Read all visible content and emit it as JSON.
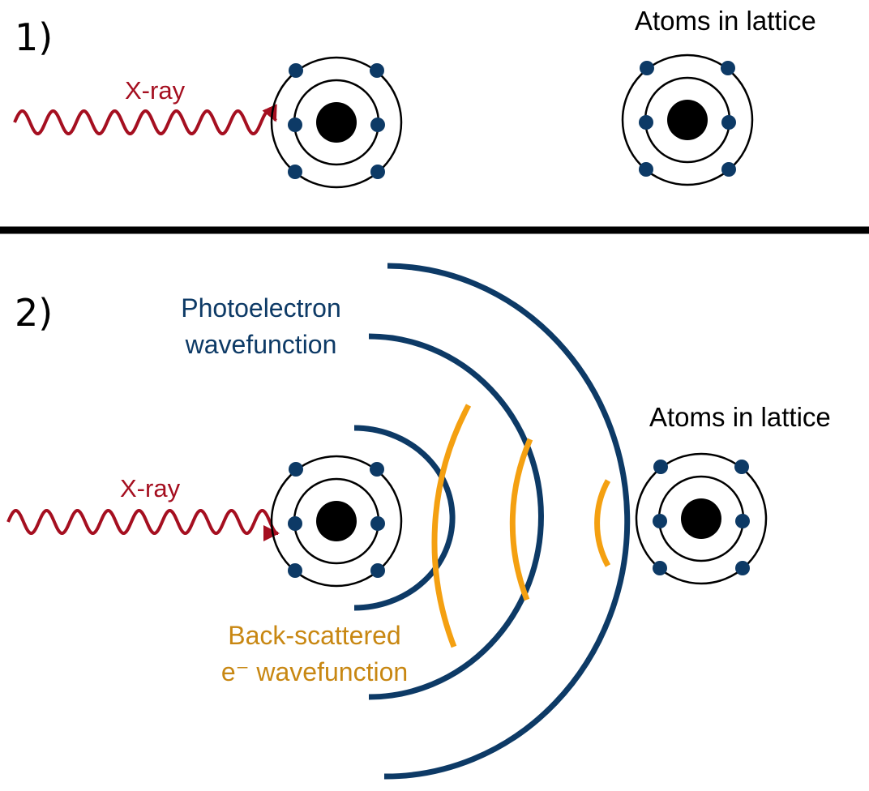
{
  "panel1": {
    "number": "1)",
    "xray_label": "X-ray",
    "atoms_label": "Atoms in lattice"
  },
  "panel2": {
    "number": "2)",
    "xray_label": "X-ray",
    "atoms_label": "Atoms in lattice",
    "photoelectron_label": [
      "Photoelectron",
      "wavefunction"
    ],
    "backscattered_label": [
      "Back-scattered",
      "e⁻ wavefunction"
    ]
  },
  "colors": {
    "xray": "#a50f20",
    "electron": "#0d3a66",
    "photoelectron_wave": "#0d3a66",
    "backscattered_wave": "#f4a011",
    "backscattered_text": "#c88712",
    "nucleus": "#000000",
    "divider": "#000000"
  },
  "icons": {
    "xray": "wavy-arrow",
    "atom": "bohr-atom"
  }
}
